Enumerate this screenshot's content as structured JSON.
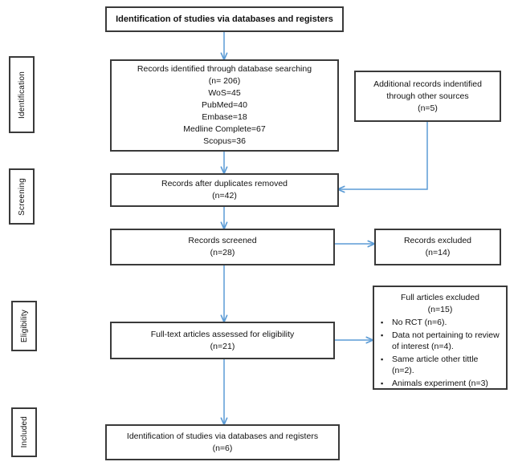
{
  "diagram": {
    "title": "PRISMA flow diagram",
    "accent_arrow_color": "#5B9BD5",
    "border_color": "#3A3A3A",
    "background_color": "#FFFFFF"
  },
  "stages": [
    {
      "label": "Identification"
    },
    {
      "label": "Screening"
    },
    {
      "label": "Eligibility"
    },
    {
      "label": "Included"
    }
  ],
  "boxes": {
    "header": {
      "line1": "Identification of studies via databases and registers"
    },
    "records_identified": {
      "line1": "Records identified through database searching",
      "line2": "(n= 206)",
      "line3": "WoS=45",
      "line4": "PubMed=40",
      "line5": "Embase=18",
      "line6": "Medline Complete=67",
      "line7": "Scopus=36"
    },
    "additional_records": {
      "line1": "Additional records indentified",
      "line2": "through other sources",
      "line3": "(n=5)"
    },
    "duplicates_removed": {
      "line1": "Records after duplicates removed",
      "line2": "(n=42)"
    },
    "records_screened": {
      "line1": "Records screened",
      "line2": "(n=28)"
    },
    "records_excluded": {
      "line1": "Records excluded",
      "line2": "(n=14)"
    },
    "fulltext_assessed": {
      "line1": "Full-text articles assessed for eligibility",
      "line2": "(n=21)"
    },
    "fulltext_excluded": {
      "line1": "Full articles excluded",
      "line2": "(n=15)",
      "reasons": [
        "No RCT (n=6).",
        "Data not pertaining to review of interest (n=4).",
        "Same article other tittle (n=2).",
        "Animals experiment (n=3)"
      ]
    },
    "included_studies": {
      "line1": "Identification of studies via databases and registers",
      "line2": "(n=6)"
    }
  }
}
